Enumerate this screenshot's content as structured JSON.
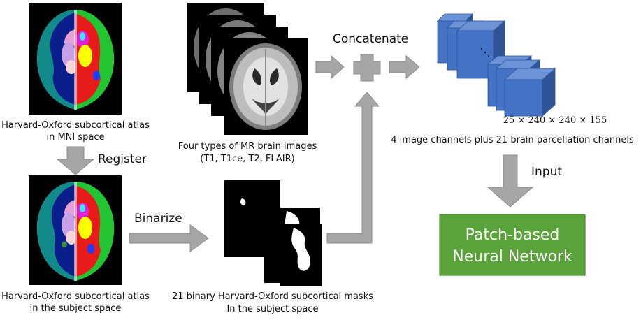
{
  "atlas_mni": {
    "line1": "Harvard-Oxford subcortical atlas",
    "line2": "in MNI space"
  },
  "atlas_subject": {
    "line1": "Harvard-Oxford subcortical atlas",
    "line2": "in the subject space"
  },
  "mr_images": {
    "line1": "Four types of MR brain images",
    "line2": "(T1, T1ce, T2, FLAIR)"
  },
  "masks": {
    "line1": "21 binary Harvard-Oxford subcortical masks",
    "line2": "In the subject space"
  },
  "steps": {
    "register": "Register",
    "binarize": "Binarize",
    "concatenate": "Concatenate",
    "input": "Input"
  },
  "tensor": {
    "dims": "25 × 240 × 240 × 155",
    "caption": "4 image channels plus 21 brain parcellation channels"
  },
  "network": {
    "line1": "Patch-based",
    "line2": "Neural Network"
  },
  "colors": {
    "arrow": "#a6a6a6",
    "arrow_stroke": "#8c8c8c",
    "cube_front": "#4472c4",
    "cube_top": "#6c93d8",
    "cube_side": "#2f5597",
    "network_fill": "#5aa33a",
    "network_border": "#4a8a2e"
  }
}
